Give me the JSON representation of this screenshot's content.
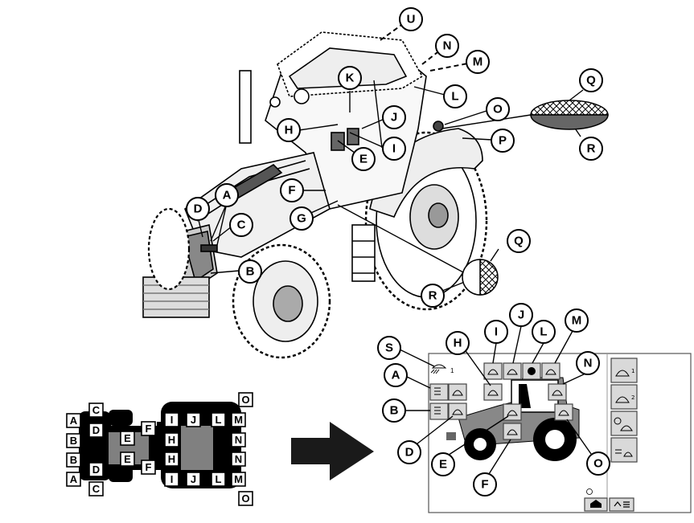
{
  "callouts_top": {
    "U": "U",
    "N": "N",
    "M": "M",
    "L": "L",
    "K": "K",
    "J": "J",
    "H": "H",
    "I": "I",
    "E": "E",
    "O": "O",
    "P": "P",
    "Q": "Q",
    "R": "R",
    "F": "F",
    "A": "A",
    "D": "D",
    "C": "C",
    "G": "G",
    "B": "B",
    "Q2": "Q",
    "R2": "R"
  },
  "layout_map": {
    "left_col": [
      "A",
      "B",
      "B",
      "A"
    ],
    "col2": [
      "C",
      "D",
      "D",
      "C"
    ],
    "col3": [
      "E",
      "E"
    ],
    "col4": [
      "F",
      "F"
    ],
    "col5": [
      "I",
      "H",
      "H",
      "I"
    ],
    "col6": [
      "J",
      "J"
    ],
    "col7": [
      "L",
      "L"
    ],
    "col8": [
      "M",
      "N",
      "N",
      "M"
    ],
    "col9": [
      "O",
      "O"
    ]
  },
  "display_callouts": {
    "S": "S",
    "H": "H",
    "I": "I",
    "J": "J",
    "L": "L",
    "M": "M",
    "A": "A",
    "N": "N",
    "B": "B",
    "D": "D",
    "E": "E",
    "F": "F",
    "O": "O"
  },
  "display_labels": {
    "s_index": "1",
    "side_1": "1",
    "side_2": "2"
  },
  "colors": {
    "panel_fill": "#ffffff",
    "button_fill": "#d9d9d9",
    "map_fill": "#000000",
    "map_center": "#808080"
  },
  "icons": [
    "headlight-icon",
    "home-icon",
    "menu-icon",
    "timer-icon",
    "arrow-right-icon"
  ]
}
